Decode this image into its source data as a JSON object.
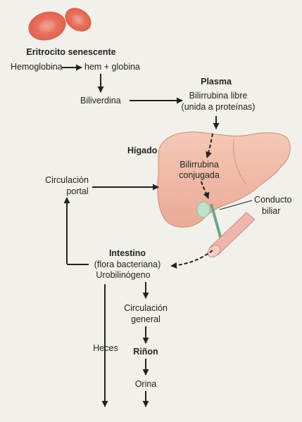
{
  "labels": {
    "erythrocyte": "Eritrocito senescente",
    "hemoglobin": "Hemoglobina",
    "hem_globin": "hem + globina",
    "plasma": "Plasma",
    "biliverdin": "Biliverdina",
    "free_bilirubin_1": "Bilirrubina libre",
    "free_bilirubin_2": "(unida a proteínas)",
    "liver": "Hígado",
    "conjugated_1": "Bilirrubina",
    "conjugated_2": "conjugada",
    "portal_1": "Circulación",
    "portal_2": "portal",
    "bile_duct_1": "Conducto",
    "bile_duct_2": "biliar",
    "intestine": "Intestino",
    "flora": "(flora bacteriana)",
    "urobilinogen": "Urobilinógeno",
    "general_1": "Circulación",
    "general_2": "general",
    "kidney": "Riñon",
    "feces": "Heces",
    "urine": "Orina"
  }
}
